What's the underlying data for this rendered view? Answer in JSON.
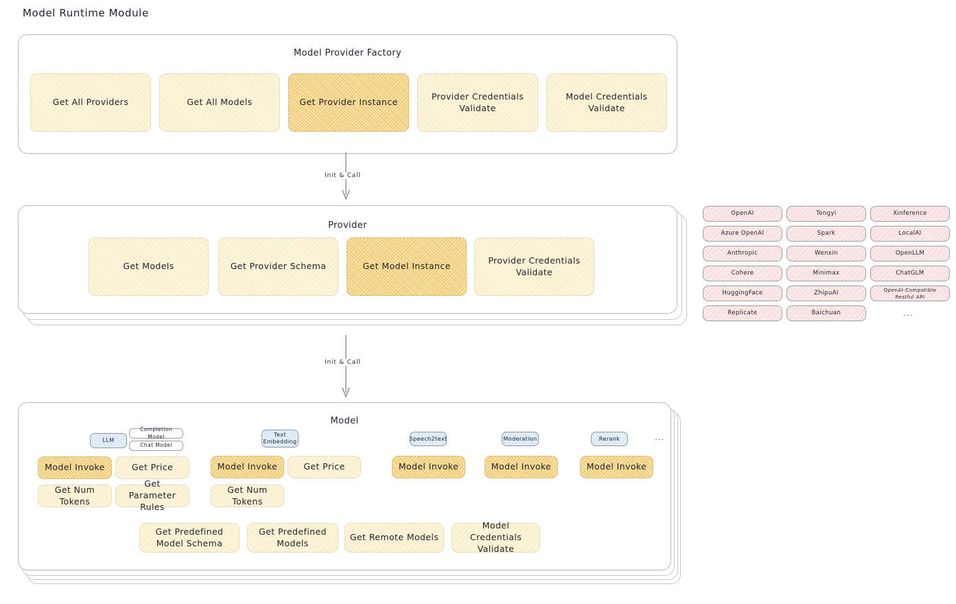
{
  "page": {
    "title": "Model Runtime Module"
  },
  "factory": {
    "title": "Model Provider Factory",
    "nodes": [
      {
        "label": "Get All Providers",
        "highlight": false
      },
      {
        "label": "Get All Models",
        "highlight": false
      },
      {
        "label": "Get Provider Instance",
        "highlight": true
      },
      {
        "label": "Provider Credentials Validate",
        "highlight": false
      },
      {
        "label": "Model Credentials Validate",
        "highlight": false
      }
    ]
  },
  "arrows": [
    {
      "label": "Init & Call"
    },
    {
      "label": "Init & Call"
    }
  ],
  "provider": {
    "title": "Provider",
    "nodes": [
      {
        "label": "Get Models",
        "highlight": false
      },
      {
        "label": "Get Provider Schema",
        "highlight": false
      },
      {
        "label": "Get Model Instance",
        "highlight": true
      },
      {
        "label": "Provider Credentials Validate",
        "highlight": false
      }
    ]
  },
  "provider_list": {
    "columns": [
      {
        "items": [
          "OpenAI",
          "Azure OpenAI",
          "Anthropic",
          "Cohere",
          "HuggingFace",
          "Replicate"
        ]
      },
      {
        "items": [
          "Tongyi",
          "Spark",
          "Wenxin",
          "Minimax",
          "ZhipuAI",
          "Baichuan"
        ]
      },
      {
        "items": [
          "Xinference",
          "LocalAI",
          "OpenLLM",
          "ChatGLM",
          "OpenAI-Compatible Restful API"
        ]
      }
    ],
    "more": "..."
  },
  "model": {
    "title": "Model",
    "more_badge": "...",
    "types": [
      {
        "badge": "LLM",
        "sub_badges": [
          "Completion Model",
          "Chat Model"
        ],
        "ops_row1": [
          {
            "label": "Model Invoke",
            "highlight": true
          },
          {
            "label": "Get Price",
            "highlight": false
          }
        ],
        "ops_row2": [
          {
            "label": "Get Num Tokens",
            "highlight": false
          },
          {
            "label": "Get Parameter Rules",
            "highlight": false
          }
        ]
      },
      {
        "badge": "Text Embedding",
        "sub_badges": [],
        "ops_row1": [
          {
            "label": "Model Invoke",
            "highlight": true
          },
          {
            "label": "Get Price",
            "highlight": false
          }
        ],
        "ops_row2": [
          {
            "label": "Get Num Tokens",
            "highlight": false
          }
        ]
      },
      {
        "badge": "Speech2text",
        "sub_badges": [],
        "ops_row1": [
          {
            "label": "Model Invoke",
            "highlight": true
          }
        ],
        "ops_row2": []
      },
      {
        "badge": "Moderation",
        "sub_badges": [],
        "ops_row1": [
          {
            "label": "Model Invoke",
            "highlight": true
          }
        ],
        "ops_row2": []
      },
      {
        "badge": "Rerank",
        "sub_badges": [],
        "ops_row1": [
          {
            "label": "Model Invoke",
            "highlight": true
          }
        ],
        "ops_row2": []
      }
    ],
    "common_ops": [
      {
        "label": "Get Predefined Model Schema"
      },
      {
        "label": "Get Predefined Models"
      },
      {
        "label": "Get Remote Models"
      },
      {
        "label": "Model Credentials Validate"
      }
    ]
  },
  "colors": {
    "node_fill": "#fdf8e6",
    "node_highlight": "#fbe6b4",
    "provider_fill": "#fdeeee",
    "badge_fill": "#e4effa",
    "panel_border": "#b9bcc2",
    "text": "#20242c"
  }
}
